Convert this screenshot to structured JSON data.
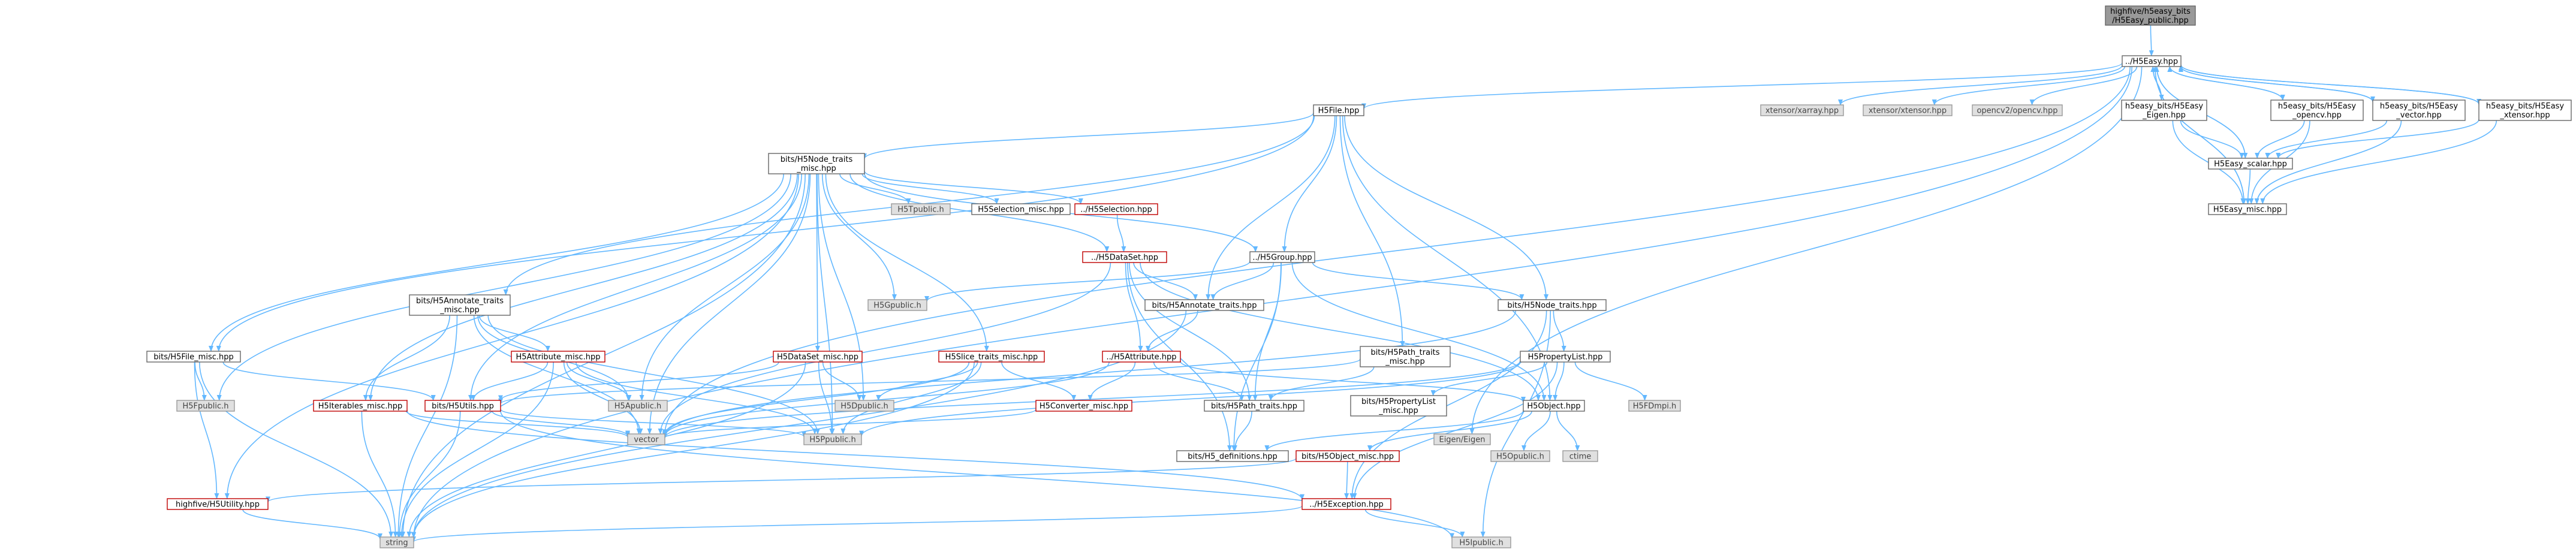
{
  "colors": {
    "edge": "#63b8ff",
    "node_border": "#666666",
    "node_border_red": "#bf0000",
    "node_fill": "#ffffff",
    "node_fill_gray": "#e0e0e0",
    "node_fill_focus": "#999999"
  },
  "nodes": {
    "public": {
      "lines": [
        "highfive/h5easy_bits",
        "/H5Easy_public.hpp"
      ],
      "style": "dark"
    },
    "h5easy": {
      "lines": [
        "../H5Easy.hpp"
      ],
      "style": "normal"
    },
    "h5file": {
      "lines": [
        "H5File.hpp"
      ],
      "style": "normal"
    },
    "xarray": {
      "lines": [
        "xtensor/xarray.hpp"
      ],
      "style": "gray"
    },
    "xtensorhpp": {
      "lines": [
        "xtensor/xtensor.hpp"
      ],
      "style": "gray"
    },
    "opencv": {
      "lines": [
        "opencv2/opencv.hpp"
      ],
      "style": "gray"
    },
    "eigenbits": {
      "lines": [
        "h5easy_bits/H5Easy",
        "_Eigen.hpp"
      ],
      "style": "normal"
    },
    "opencvbits": {
      "lines": [
        "h5easy_bits/H5Easy",
        "_opencv.hpp"
      ],
      "style": "normal"
    },
    "vectorbits": {
      "lines": [
        "h5easy_bits/H5Easy",
        "_vector.hpp"
      ],
      "style": "normal"
    },
    "xtensorbits": {
      "lines": [
        "h5easy_bits/H5Easy",
        "_xtensor.hpp"
      ],
      "style": "normal"
    },
    "scalar": {
      "lines": [
        "H5Easy_scalar.hpp"
      ],
      "style": "normal"
    },
    "easymisc": {
      "lines": [
        "H5Easy_misc.hpp"
      ],
      "style": "normal"
    },
    "nodetraitsmisc": {
      "lines": [
        "bits/H5Node_traits",
        "_misc.hpp"
      ],
      "style": "normal"
    },
    "h5tpublic": {
      "lines": [
        "H5Tpublic.h"
      ],
      "style": "gray"
    },
    "selectionmisc": {
      "lines": [
        "H5Selection_misc.hpp"
      ],
      "style": "normal"
    },
    "selection": {
      "lines": [
        "../H5Selection.hpp"
      ],
      "style": "red"
    },
    "dataset": {
      "lines": [
        "../H5DataSet.hpp"
      ],
      "style": "red"
    },
    "group": {
      "lines": [
        "../H5Group.hpp"
      ],
      "style": "normal"
    },
    "h5gpublic": {
      "lines": [
        "H5Gpublic.h"
      ],
      "style": "gray"
    },
    "annotatetraits": {
      "lines": [
        "bits/H5Annotate_traits.hpp"
      ],
      "style": "normal"
    },
    "nodetraits": {
      "lines": [
        "bits/H5Node_traits.hpp"
      ],
      "style": "normal"
    },
    "annotatemisc": {
      "lines": [
        "bits/H5Annotate_traits",
        "_misc.hpp"
      ],
      "style": "normal"
    },
    "filemisc": {
      "lines": [
        "bits/H5File_misc.hpp"
      ],
      "style": "normal"
    },
    "attributemisc": {
      "lines": [
        "H5Attribute_misc.hpp"
      ],
      "style": "red"
    },
    "datasetmisc": {
      "lines": [
        "H5DataSet_misc.hpp"
      ],
      "style": "red"
    },
    "slicetraitsmisc": {
      "lines": [
        "H5Slice_traits_misc.hpp"
      ],
      "style": "red"
    },
    "attribute": {
      "lines": [
        "../H5Attribute.hpp"
      ],
      "style": "red"
    },
    "pathtraitsmisc": {
      "lines": [
        "bits/H5Path_traits",
        "_misc.hpp"
      ],
      "style": "normal"
    },
    "propertylist": {
      "lines": [
        "H5PropertyList.hpp"
      ],
      "style": "normal"
    },
    "h5fpublic": {
      "lines": [
        "H5Fpublic.h"
      ],
      "style": "gray"
    },
    "h5apublic": {
      "lines": [
        "H5Apublic.h"
      ],
      "style": "gray"
    },
    "h5dpublic": {
      "lines": [
        "H5Dpublic.h"
      ],
      "style": "gray"
    },
    "pathtraits": {
      "lines": [
        "bits/H5Path_traits.hpp"
      ],
      "style": "normal"
    },
    "propertylistmisc": {
      "lines": [
        "bits/H5PropertyList",
        "_misc.hpp"
      ],
      "style": "normal"
    },
    "h5fdmpi": {
      "lines": [
        "H5FDmpi.h"
      ],
      "style": "gray"
    },
    "iterables": {
      "lines": [
        "H5Iterables_misc.hpp"
      ],
      "style": "red"
    },
    "h5utils": {
      "lines": [
        "bits/H5Utils.hpp"
      ],
      "style": "red"
    },
    "converter": {
      "lines": [
        "H5Converter_misc.hpp"
      ],
      "style": "red"
    },
    "h5object": {
      "lines": [
        "H5Object.hpp"
      ],
      "style": "normal"
    },
    "vector": {
      "lines": [
        "vector"
      ],
      "style": "gray"
    },
    "h5ppublic": {
      "lines": [
        "H5Ppublic.h"
      ],
      "style": "gray"
    },
    "h5definitions": {
      "lines": [
        "bits/H5_definitions.hpp"
      ],
      "style": "normal"
    },
    "objectmisc": {
      "lines": [
        "bits/H5Object_misc.hpp"
      ],
      "style": "red"
    },
    "eigen": {
      "lines": [
        "Eigen/Eigen"
      ],
      "style": "gray"
    },
    "h5opublic": {
      "lines": [
        "H5Opublic.h"
      ],
      "style": "gray"
    },
    "ctime": {
      "lines": [
        "ctime"
      ],
      "style": "gray"
    },
    "h5utility": {
      "lines": [
        "highfive/H5Utility.hpp"
      ],
      "style": "red"
    },
    "exception": {
      "lines": [
        "../H5Exception.hpp"
      ],
      "style": "red"
    },
    "string": {
      "lines": [
        "string"
      ],
      "style": "gray"
    },
    "h5ipublic": {
      "lines": [
        "H5Ipublic.h"
      ],
      "style": "gray"
    }
  }
}
